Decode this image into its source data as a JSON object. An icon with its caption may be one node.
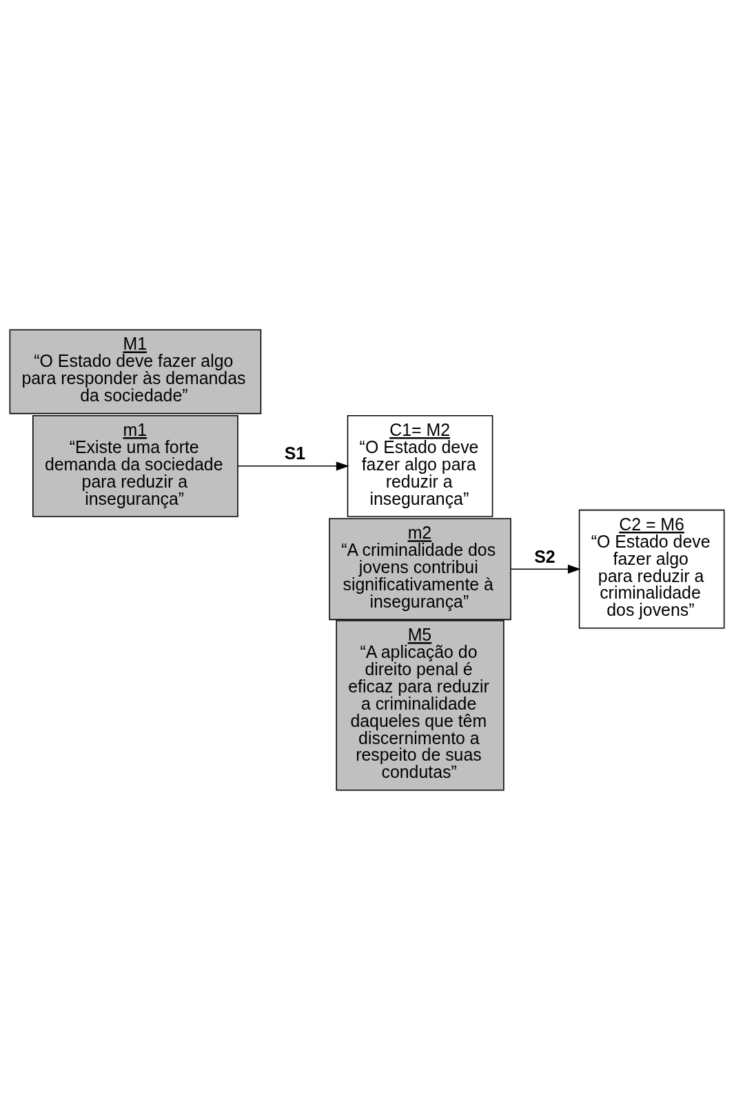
{
  "diagram": {
    "nodes": [
      {
        "text": [
          "M1",
          "“O Estado deve fazer algo para responder às demandas da sociedade”"
        ]
      },
      {
        "text": [
          "m1",
          "“Existe uma forte demanda da sociedade para reduzir a insegurança”"
        ]
      },
      {
        "text": [
          "C1= M2",
          "“O Estado deve fazer algo para reduzir a insegurança”"
        ]
      },
      {
        "text": [
          "m2",
          "“A criminalidade dos jovens contribui significativamente à insegurança”"
        ]
      },
      {
        "text": [
          "C2 = M6",
          "“O Estado deve fazer algo para reduzir a criminalidade dos jovens”"
        ]
      },
      {
        "text": [
          "M5",
          "“A aplicação do direito penal é eficaz para reduzir a criminalidade daqueles que têm discernimento a respeito de suas condutas”"
        ]
      }
    ],
    "edges": [
      {
        "from": 1,
        "to": 2,
        "arrow": "to",
        "label": "S1"
      },
      {
        "from": 3,
        "to": 4,
        "arrow": "to",
        "label": "S2"
      }
    ]
  }
}
